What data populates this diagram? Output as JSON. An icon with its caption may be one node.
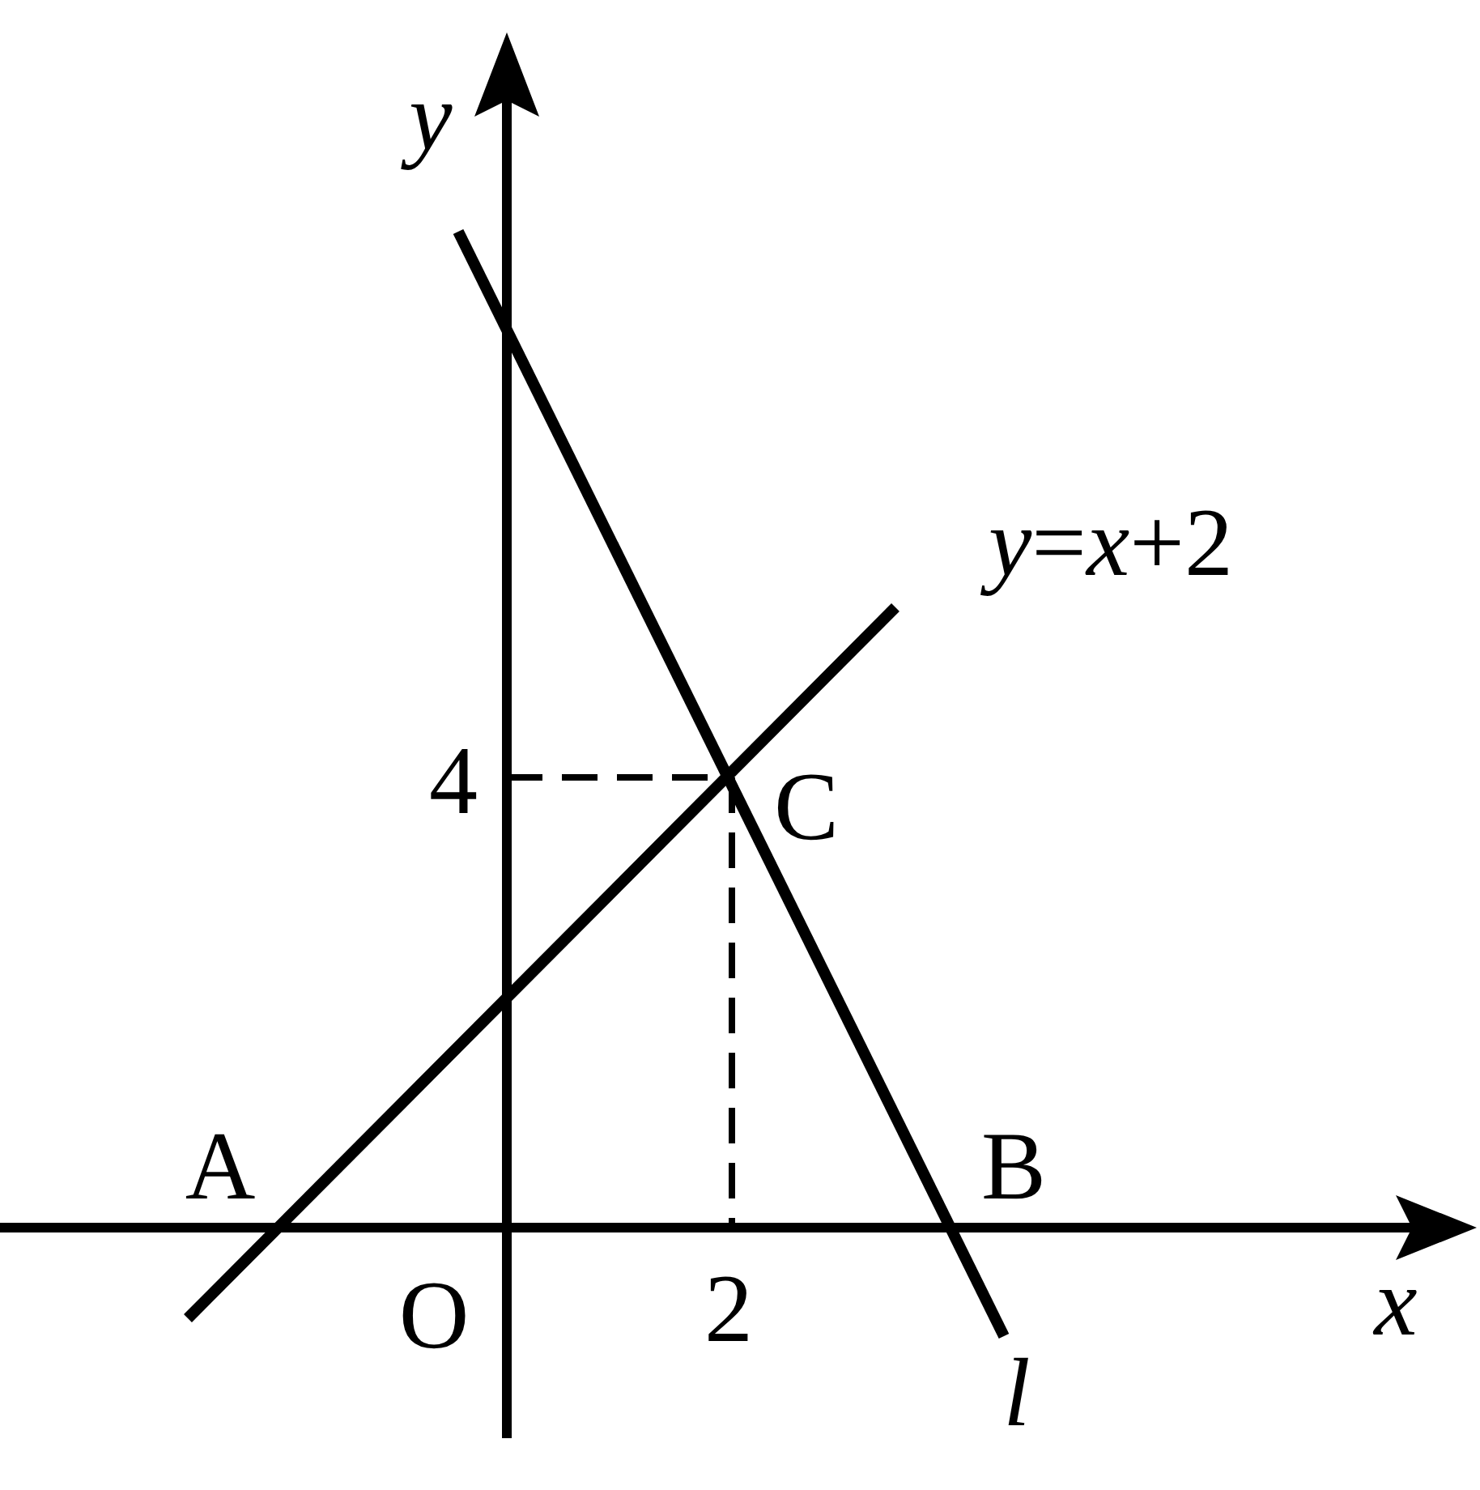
{
  "diagram": {
    "labels": [
      "y",
      "*y*=*x*+2",
      "4",
      "C",
      "A",
      "B",
      "O",
      "2",
      "x",
      "l"
    ]
  }
}
